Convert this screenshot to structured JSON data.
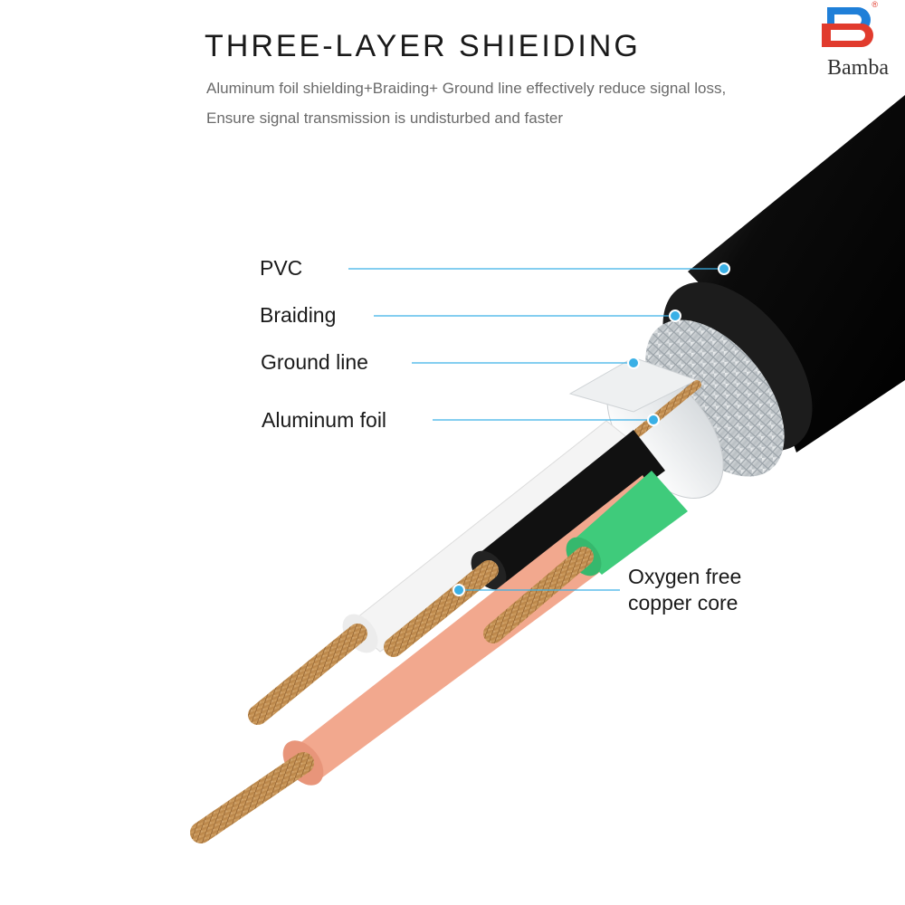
{
  "header": {
    "title": "THREE-LAYER SHIEIDING",
    "subtitle_line1": "Aluminum foil shielding+Braiding+ Ground line effectively reduce signal loss,",
    "subtitle_line2": "Ensure signal transmission is undisturbed and faster"
  },
  "brand": {
    "name": "Bamba",
    "registered_mark": "®",
    "colors": {
      "primary": "#e13b2d",
      "secondary": "#1f7fd8"
    }
  },
  "labels": {
    "pvc": "PVC",
    "braiding": "Braiding",
    "ground_line": "Ground line",
    "aluminum_foil": "Aluminum foil",
    "copper_line1": "Oxygen free",
    "copper_line2": "copper core"
  },
  "colors": {
    "leader_line": "#3ab0e6",
    "jacket": "#0e0e0e",
    "braid": "#cfd3d6",
    "foil": "#e9ecee",
    "copper": "#c99a5a",
    "wire_white": "#f3f3f3",
    "wire_black": "#121212",
    "wire_pink": "#f0a48a",
    "wire_green": "#3ec97a"
  }
}
